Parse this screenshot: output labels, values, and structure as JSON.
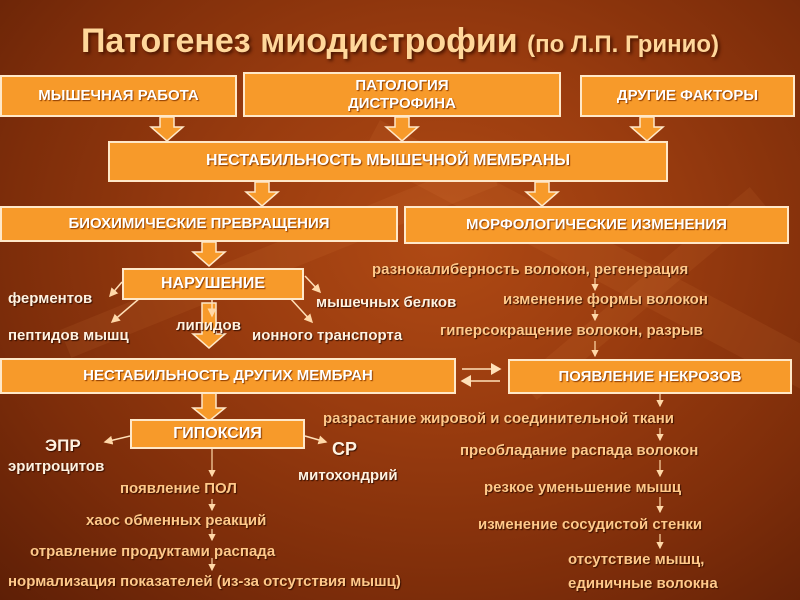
{
  "title": "Патогенез миодистрофии",
  "title_author": "(по Л.П. Гринио)",
  "boxes": {
    "muscle_work": "МЫШЕЧНАЯ РАБОТА",
    "dystrophin_pathology": "ПАТОЛОГИЯ ДИСТРОФИНА",
    "other_factors": "ДРУГИЕ ФАКТОРЫ",
    "membrane_instability": "НЕСТАБИЛЬНОСТЬ МЫШЕЧНОЙ МЕМБРАНЫ",
    "biochemical": "БИОХИМИЧЕСКИЕ ПРЕВРАЩЕНИЯ",
    "morphological": "МОРФОЛОГИЧЕСКИЕ ИЗМЕНЕНИЯ",
    "disorder": "НАРУШЕНИЕ",
    "other_membranes": "НЕСТАБИЛЬНОСТЬ ДРУГИХ МЕМБРАН",
    "necrosis": "ПОЯВЛЕНИЕ НЕКРОЗОВ",
    "hypoxia": "ГИПОКСИЯ"
  },
  "disorder_items": {
    "enzymes": "ферментов",
    "muscle_proteins": "мышечных белков",
    "lipids": "липидов",
    "muscle_peptides": "пептидов мышц",
    "ion_transport": "ионного транспорта"
  },
  "morph_chain": [
    "разнокалиберность волокон, регенерация",
    "изменение формы волокон",
    "гиперсокращение волокон, разрыв"
  ],
  "hypoxia_items": {
    "epr": "ЭПР",
    "erythrocytes": "эритроцитов",
    "sr": "СР",
    "mitochondria": "митохондрий"
  },
  "hypoxia_chain": [
    "появление ПОЛ",
    "хаос обменных реакций",
    "отравление продуктами распада",
    "нормализация показателей (из-за отсутствия мышц)"
  ],
  "necrosis_chain": [
    "разрастание жировой и соединительной ткани",
    "преобладание распада волокон",
    "резкое уменьшение мышц",
    "изменение сосудистой стенки",
    "отсутствие мышц,",
    "единичные волокна"
  ],
  "colors": {
    "box_fill": "#f79a2a",
    "box_border": "#ffe8c8",
    "title": "#ffd79a",
    "label": "#ffc98a",
    "background": "#9a3c0f"
  }
}
